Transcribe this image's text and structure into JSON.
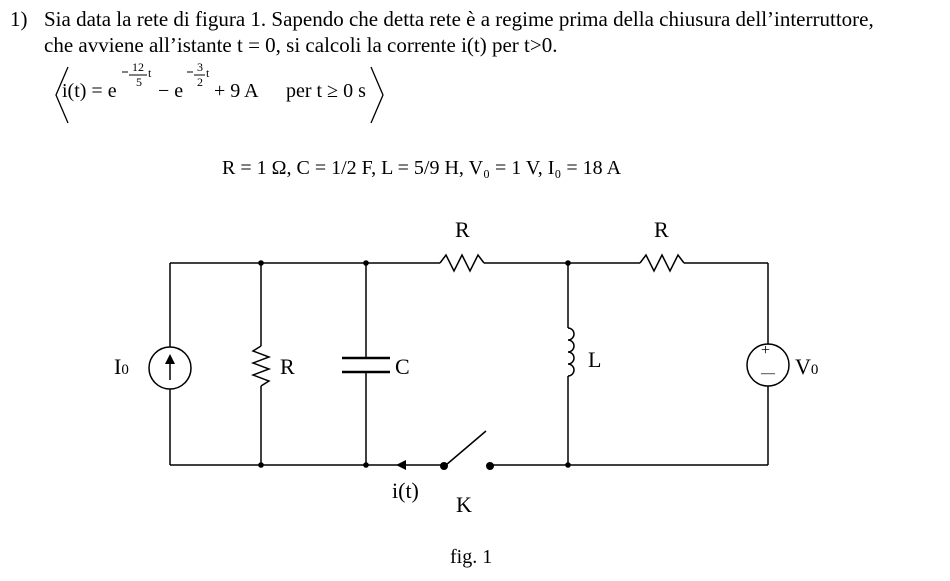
{
  "problem": {
    "number": "1)",
    "line1": "Sia data la rete di figura 1. Sapendo che detta rete è a regime prima della chiusura dell’interruttore,",
    "line2": "che avviene all’istante t = 0, si calcoli la corrente i(t) per t>0."
  },
  "answer": {
    "lhs": "i(t) = e",
    "exp1_num": "12",
    "exp1_den": "5",
    "exp1_var": "t",
    "mid": "− e",
    "exp2_num": "3",
    "exp2_den": "2",
    "exp2_var": "t",
    "rest": "+ 9 A",
    "condition": "per t ≥ 0 s"
  },
  "parameters": "R = 1 Ω,   C = 1/2 F,   L = 5/9 H,   V₀ = 1 V,   I₀ = 18 A",
  "circuit": {
    "current_source": {
      "main": "I",
      "sub": "0"
    },
    "resistor_shunt": "R",
    "capacitor": "C",
    "resistor_top_left": "R",
    "resistor_top_right": "R",
    "inductor": "L",
    "voltage_source": {
      "main": "V",
      "sub": "0"
    },
    "current_label": "i(t)",
    "switch_label": "K",
    "vs_plus": "+",
    "vs_minus": "—"
  },
  "caption": "fig. 1"
}
